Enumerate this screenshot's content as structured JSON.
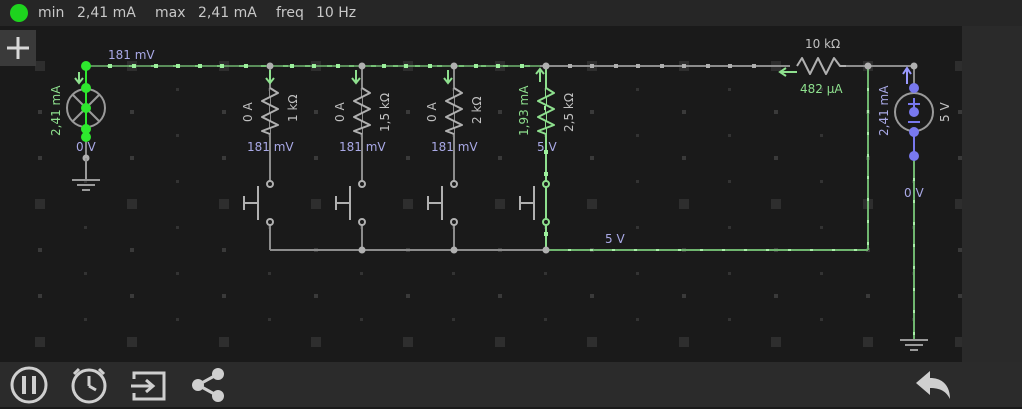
{
  "status": {
    "min_label": "min",
    "min_value": "2,41 mA",
    "max_label": "max",
    "max_value": "2,41 mA",
    "freq_label": "freq",
    "freq_value": "10 Hz",
    "indicator_color": "#1ed31e"
  },
  "toolbar": {
    "add_icon": "plus-icon",
    "pause_icon": "pause-icon",
    "timer_icon": "stopwatch-icon",
    "export_icon": "export-icon",
    "share_icon": "share-icon",
    "undo_icon": "undo-icon"
  },
  "circuit": {
    "wire_top_voltage": "181 mV",
    "bulb_current": "2,41 mA",
    "bulb_bottom_voltage": "0 V",
    "r1": {
      "current": "0 A",
      "resistance": "1 kΩ",
      "voltage": "181 mV"
    },
    "r2": {
      "current": "0 A",
      "resistance": "1,5 kΩ",
      "voltage": "181 mV"
    },
    "r3": {
      "current": "0 A",
      "resistance": "2 kΩ",
      "voltage": "181 mV"
    },
    "r4": {
      "current": "1,93 mA",
      "resistance": "2,5 kΩ",
      "voltage": "5 V"
    },
    "r5": {
      "resistance": "10 kΩ",
      "current": "482 µA"
    },
    "source": {
      "current": "2,41 mA",
      "voltage": "5 V",
      "bottom_voltage": "0 V"
    },
    "bottom_wire_voltage": "5 V"
  },
  "colors": {
    "active_wire": "#8ee08e",
    "inactive_wire": "#8c8c8c",
    "source_blue": "#7878ee",
    "label_blue": "#a9a9e6",
    "label_green": "#8ee08e",
    "bulb_green": "#2ee82e"
  }
}
